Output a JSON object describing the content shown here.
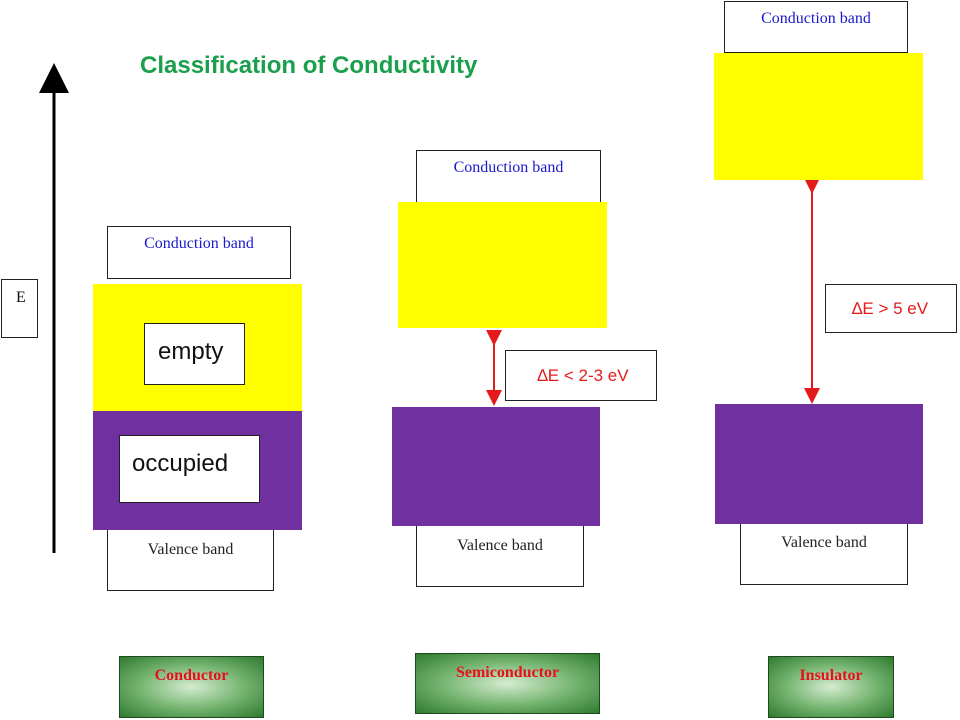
{
  "title": "Classification of Conductivity",
  "axis": {
    "label": "E"
  },
  "conductor": {
    "conduction_label": "Conduction band",
    "empty_label": "empty",
    "occupied_label": "occupied",
    "valence_label": "Valence band",
    "type_label": "Conductor"
  },
  "semiconductor": {
    "conduction_label": "Conduction band",
    "gap_label": "∆E < 2-3 eV",
    "valence_label": "Valence band",
    "type_label": "Semiconductor"
  },
  "insulator": {
    "conduction_label": "Conduction band",
    "gap_label": "∆E > 5 eV",
    "valence_label": "Valence band",
    "type_label": "Insulator"
  },
  "colors": {
    "band_filled": "#7030a0",
    "band_empty": "#ffff00",
    "gap_arrow": "#e41a1a",
    "title": "#1aa04c"
  }
}
